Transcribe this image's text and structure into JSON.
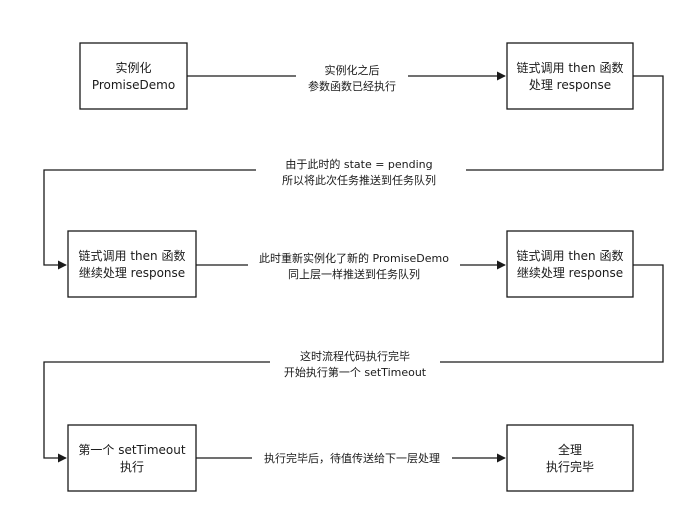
{
  "nodes": {
    "n1": {
      "line1": "实例化",
      "line2": "PromiseDemo"
    },
    "n2": {
      "line1": "链式调用 then 函数",
      "line2": "处理 response"
    },
    "n3": {
      "line1": "链式调用 then 函数",
      "line2": "继续处理 response"
    },
    "n4": {
      "line1": "链式调用 then 函数",
      "line2": "继续处理 response"
    },
    "n5": {
      "line1": "第一个 setTimeout",
      "line2": "执行"
    },
    "n6": {
      "line1": "全理",
      "line2": "执行完毕"
    }
  },
  "edges": {
    "e1": {
      "line1": "实例化之后",
      "line2": "参数函数已经执行"
    },
    "e2": {
      "line1": "由于此时的 state = pending",
      "line2": "所以将此次任务推送到任务队列"
    },
    "e3": {
      "line1": "此时重新实例化了新的 PromiseDemo",
      "line2": "同上层一样推送到任务队列"
    },
    "e4": {
      "line1": "这时流程代码执行完毕",
      "line2": "开始执行第一个 setTimeout"
    },
    "e5": {
      "line1": "执行完毕后，待值传送给下一层处理"
    }
  },
  "colors": {
    "stroke": "#1a1a1a",
    "background": "#ffffff"
  }
}
